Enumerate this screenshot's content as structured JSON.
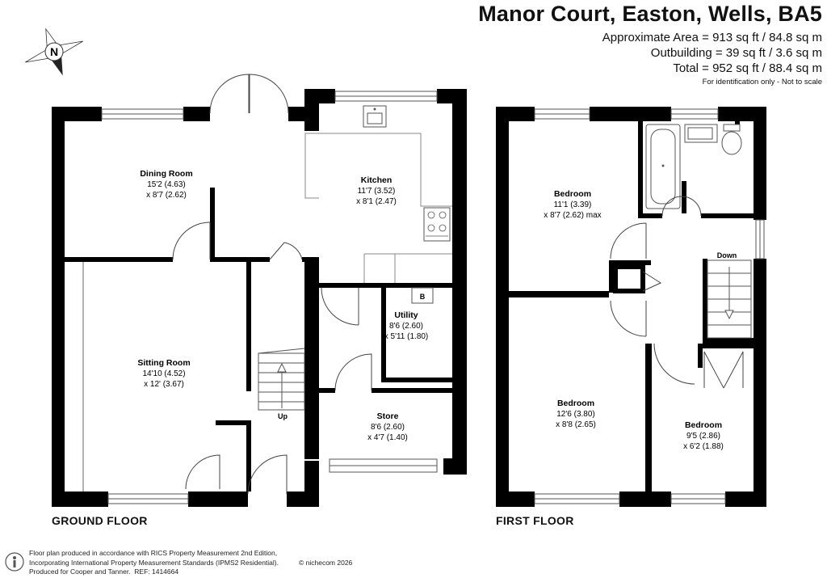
{
  "header": {
    "title": "Manor Court, Easton, Wells, BA5",
    "approx_area": "Approximate Area = 913 sq ft / 84.8 sq m",
    "outbuilding": "Outbuilding = 39 sq ft / 3.6 sq m",
    "total": "Total = 952 sq ft / 88.4 sq m",
    "disclaimer": "For identification only - Not to scale"
  },
  "compass": {
    "icon": "north-compass-icon",
    "letter": "N"
  },
  "floors": {
    "ground": "GROUND FLOOR",
    "first": "FIRST FLOOR"
  },
  "rooms": {
    "dining": {
      "name": "Dining Room",
      "dim1": "15'2 (4.63)",
      "dim2": "x 8'7 (2.62)"
    },
    "kitchen": {
      "name": "Kitchen",
      "dim1": "11'7 (3.52)",
      "dim2": "x 8'1 (2.47)"
    },
    "sitting": {
      "name": "Sitting Room",
      "dim1": "14'10 (4.52)",
      "dim2": "x 12' (3.67)"
    },
    "utility": {
      "name": "Utility",
      "dim1": "8'6 (2.60)",
      "dim2": "x 5'11 (1.80)"
    },
    "store": {
      "name": "Store",
      "dim1": "8'6 (2.60)",
      "dim2": "x 4'7 (1.40)"
    },
    "bed1": {
      "name": "Bedroom",
      "dim1": "11'1 (3.39)",
      "dim2": "x 8'7 (2.62) max"
    },
    "bed2": {
      "name": "Bedroom",
      "dim1": "12'6 (3.80)",
      "dim2": "x 8'8 (2.65)"
    },
    "bed3": {
      "name": "Bedroom",
      "dim1": "9'5 (2.86)",
      "dim2": "x 6'2 (1.88)"
    }
  },
  "labels": {
    "boiler": "B",
    "up": "Up",
    "down": "Down"
  },
  "footer": {
    "line1": "Floor plan produced in accordance with RICS Property Measurement 2nd Edition,",
    "line2": "Incorporating International Property Measurement Standards (IPMS2 Residential).",
    "line3": "Produced for Cooper and Tanner.",
    "ref": "REF: 1414664",
    "brand": "© nichecom 2026",
    "logo_icon": "nichecom-logo-icon"
  },
  "colors": {
    "wall": "#000000",
    "line": "#555555",
    "paper": "#ffffff"
  }
}
